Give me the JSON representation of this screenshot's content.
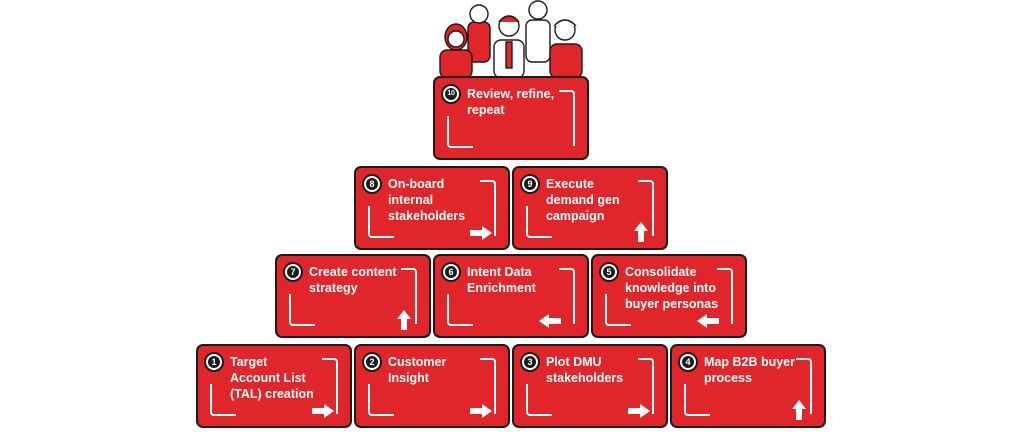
{
  "colors": {
    "block_fill": "#e0262b",
    "outline": "#1b1b1b",
    "text": "#ffffff"
  },
  "illustration": {
    "icon": "team-people-icon"
  },
  "steps": [
    {
      "id": 1,
      "number": "1",
      "label": "Target\nAccount List\n(TAL) creation",
      "arrow": "right"
    },
    {
      "id": 2,
      "number": "2",
      "label": "Customer\nInsight",
      "arrow": "right"
    },
    {
      "id": 3,
      "number": "3",
      "label": "Plot DMU\nstakeholders",
      "arrow": "right"
    },
    {
      "id": 4,
      "number": "4",
      "label": "Map B2B buyer\nprocess",
      "arrow": "up"
    },
    {
      "id": 5,
      "number": "5",
      "label": "Consolidate\nknowledge into\nbuyer personas",
      "arrow": "left"
    },
    {
      "id": 6,
      "number": "6",
      "label": "Intent Data\nEnrichment",
      "arrow": "left"
    },
    {
      "id": 7,
      "number": "7",
      "label": "Create content\nstrategy",
      "arrow": "up"
    },
    {
      "id": 8,
      "number": "8",
      "label": "On-board\ninternal\nstakeholders",
      "arrow": "right"
    },
    {
      "id": 9,
      "number": "9",
      "label": "Execute\ndemand gen\ncampaign",
      "arrow": "up"
    },
    {
      "id": 10,
      "number": "10",
      "label": "Review, refine,\nrepeat",
      "arrow": "none"
    }
  ]
}
